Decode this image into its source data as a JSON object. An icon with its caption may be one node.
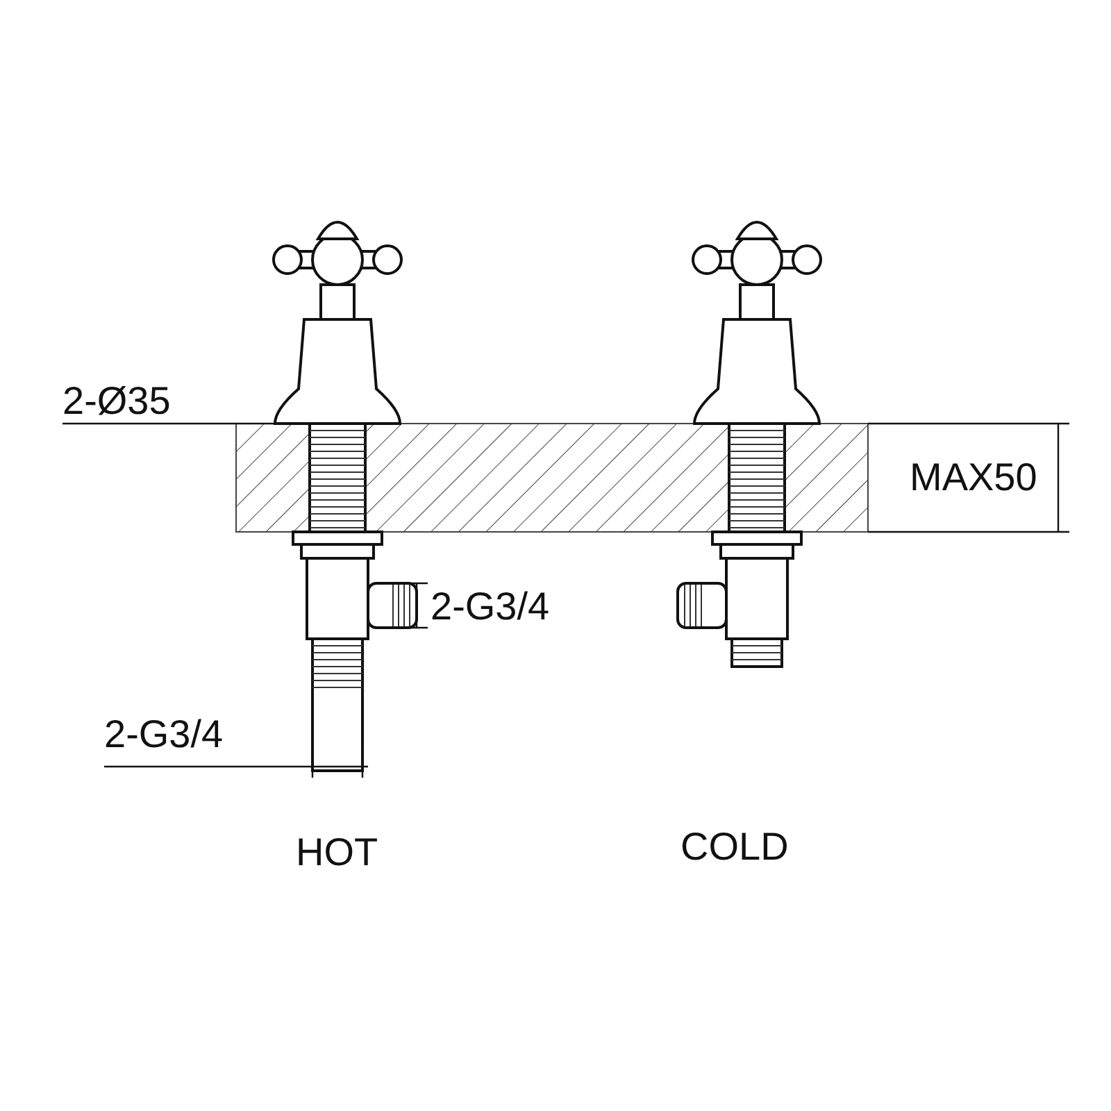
{
  "diagram": {
    "labels": [
      "2-Ø35",
      "MAX50",
      "2-G3/4",
      "2-G3/4",
      "HOT",
      "COLD"
    ]
  }
}
